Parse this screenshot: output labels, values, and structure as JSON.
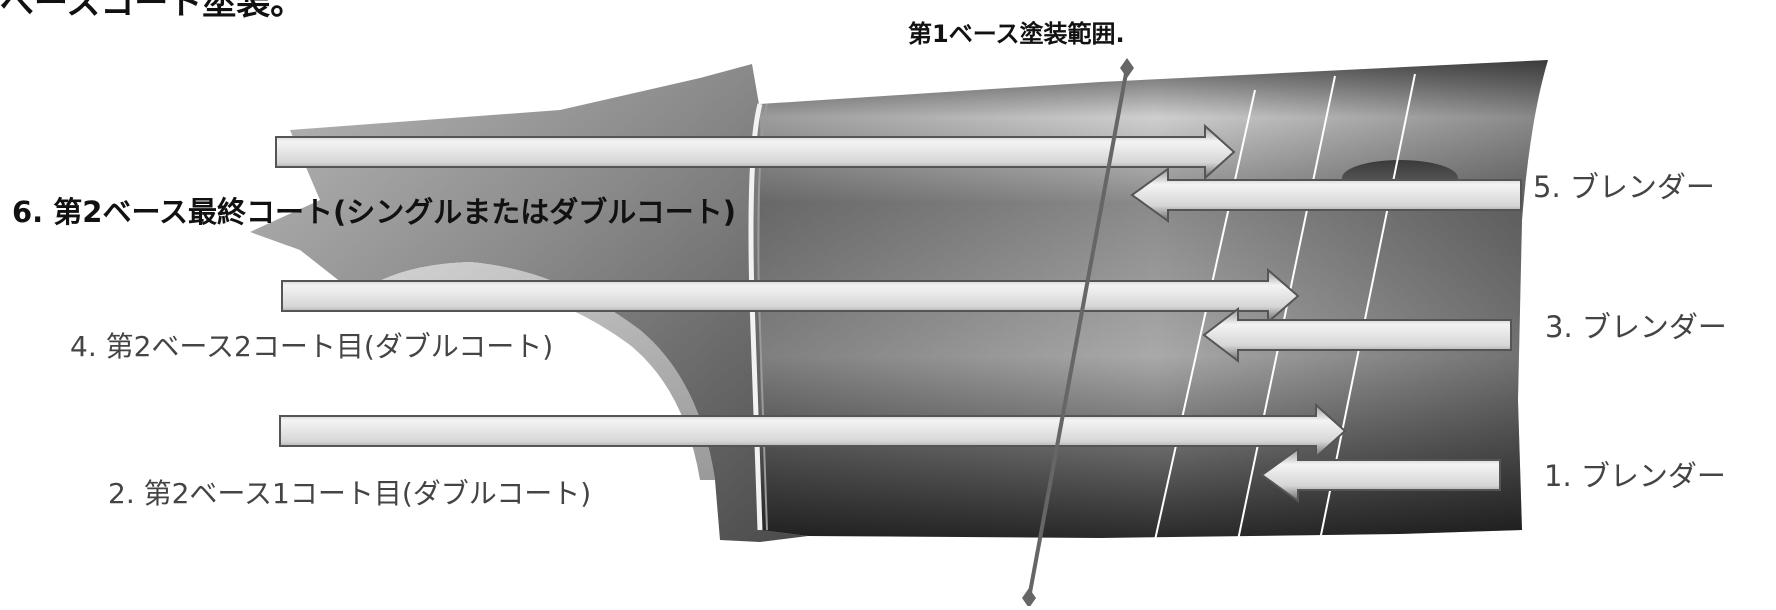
{
  "diagram": {
    "title": "べースコート塗装。",
    "first_base_range_label": "第1ベース塗装範囲.",
    "coats": [
      {
        "label": "6. 第2ベース最終コート(シングルまたはダブルコート)",
        "emphasis": "bold"
      },
      {
        "label": "4. 第2ベース2コート目(ダブルコート)",
        "emphasis": "normal"
      },
      {
        "label": "2. 第2ベース1コート目(ダブルコート)",
        "emphasis": "normal"
      }
    ],
    "blenders": [
      {
        "label": "5. ブレンダー"
      },
      {
        "label": "3.  ブレンダー"
      },
      {
        "label": "1. ブレンダー"
      }
    ]
  },
  "colors": {
    "panel_dark": "#3a3a3a",
    "panel_mid": "#8c8c8c",
    "panel_light": "#d4d4d4",
    "arrow_fill": "#e8e8e8",
    "arrow_edge": "#555555",
    "pointer_line": "#666666"
  }
}
